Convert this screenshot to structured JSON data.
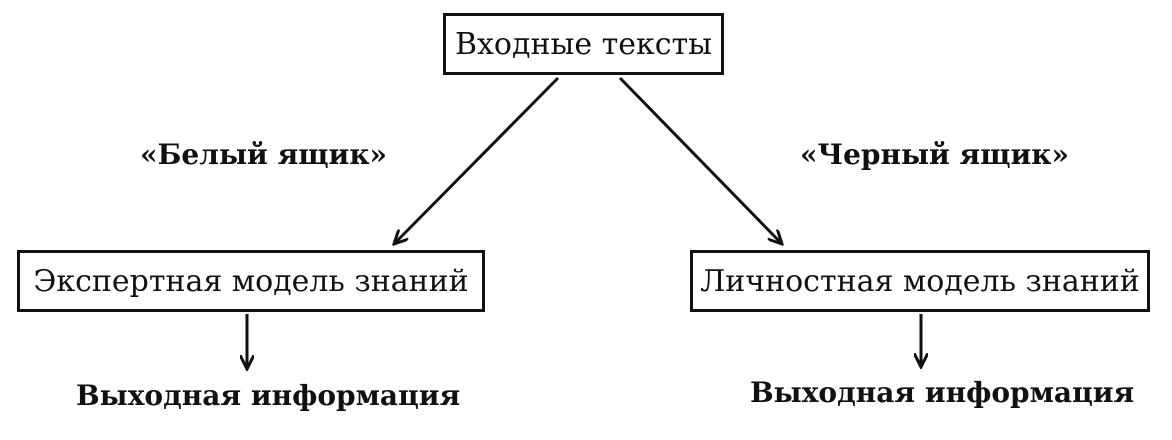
{
  "nodes": {
    "input": "Входные тексты",
    "expert_model": "Экспертная модель знаний",
    "personal_model": "Личностная модель знаний",
    "output_left": "Выходная информация",
    "output_right": "Выходная информация"
  },
  "edge_labels": {
    "white_box": "«Белый ящик»",
    "black_box": "«Черный ящик»"
  },
  "edges": [
    {
      "from": "input",
      "to": "expert_model",
      "label": "white_box"
    },
    {
      "from": "input",
      "to": "personal_model",
      "label": "black_box"
    },
    {
      "from": "expert_model",
      "to": "output_left"
    },
    {
      "from": "personal_model",
      "to": "output_right"
    }
  ],
  "colors": {
    "ink": "#111111",
    "background": "#ffffff"
  }
}
